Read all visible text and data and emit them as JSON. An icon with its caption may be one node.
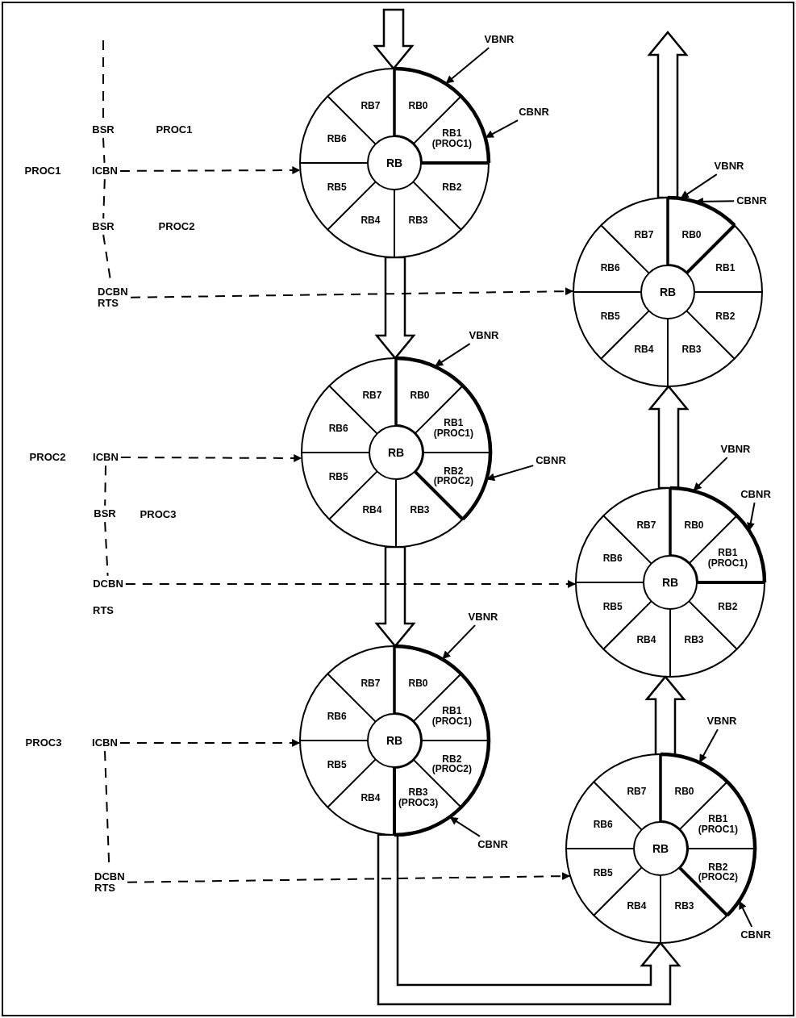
{
  "diagram": {
    "nodes": [
      {
        "text": [
          "VBNR"
        ]
      },
      {
        "text": [
          "CBNR"
        ]
      },
      {
        "text": [
          "ICBN"
        ]
      },
      {
        "text": [
          "RB",
          "RB0",
          "RB1 (PROC1)",
          "RB2",
          "RB3",
          "RB4",
          "RB5",
          "RB6",
          "RB7"
        ]
      },
      {
        "text": [
          "VBNR"
        ]
      },
      {
        "text": [
          "CBNR"
        ]
      },
      {
        "text": [
          "RB",
          "RB0",
          "RB1",
          "RB2",
          "RB3",
          "RB4",
          "RB5",
          "RB6",
          "RB7"
        ]
      },
      {
        "text": [
          "DCBN RTS"
        ]
      },
      {
        "text": [
          "VBNR"
        ]
      },
      {
        "text": [
          "ICBN"
        ]
      },
      {
        "text": [
          "RB",
          "RB0",
          "RB1 (PROC1)",
          "RB2 (PROC2)",
          "RB3",
          "RB4",
          "RB5",
          "RB6",
          "RB7"
        ]
      },
      {
        "text": [
          "CBNR"
        ]
      },
      {
        "text": [
          "VBNR"
        ]
      },
      {
        "text": [
          "CBNR"
        ]
      },
      {
        "text": [
          "DCBN"
        ]
      },
      {
        "text": [
          "RB",
          "RB0",
          "RB1 (PROC1)",
          "RB2",
          "RB3",
          "RB4",
          "RB5",
          "RB6",
          "RB7"
        ]
      },
      {
        "text": [
          "VBNR"
        ]
      },
      {
        "text": [
          "VBNR"
        ]
      },
      {
        "text": [
          "ICBN"
        ]
      },
      {
        "text": [
          "RB",
          "RB0",
          "RB1 (PROC1)",
          "RB2 (PROC2)",
          "RB3 (PROC3)",
          "RB4",
          "RB5",
          "RB6",
          "RB7"
        ]
      },
      {
        "text": [
          "CBNR"
        ]
      },
      {
        "text": [
          "DCBN RTS"
        ]
      },
      {
        "text": [
          "RB",
          "RB0",
          "RB1 (PROC1)",
          "RB2 (PROC2)",
          "RB3",
          "RB4",
          "RB5",
          "RB6",
          "RB7"
        ]
      },
      {
        "text": [
          "CBNR"
        ]
      },
      {
        "text": [
          "BSR"
        ]
      },
      {
        "text": [
          "BSR"
        ]
      },
      {
        "text": [
          "BSR"
        ]
      }
    ],
    "edges": [
      {
        "from": null,
        "to": 3,
        "arrow": "to",
        "style": "thick"
      },
      {
        "from": 3,
        "to": 10,
        "arrow": "to",
        "style": "thick"
      },
      {
        "from": 10,
        "to": 19,
        "arrow": "to",
        "style": "thick"
      },
      {
        "from": 19,
        "to": 22,
        "arrow": "to",
        "style": "thick"
      },
      {
        "from": 22,
        "to": 15,
        "arrow": "to",
        "style": "thick"
      },
      {
        "from": 15,
        "to": 6,
        "arrow": "to",
        "style": "thick"
      },
      {
        "from": 6,
        "to": null,
        "arrow": "to",
        "style": "thick"
      },
      {
        "from": 2,
        "to": 3,
        "arrow": "to",
        "style": "dashed"
      },
      {
        "from": 7,
        "to": 6,
        "arrow": "to",
        "style": "dashed"
      },
      {
        "from": 9,
        "to": 10,
        "arrow": "to",
        "style": "dashed"
      },
      {
        "from": 14,
        "to": 15,
        "arrow": "to",
        "style": "dashed"
      },
      {
        "from": 18,
        "to": 19,
        "arrow": "to",
        "style": "dashed"
      },
      {
        "from": 21,
        "to": 22,
        "arrow": "to",
        "style": "dashed"
      },
      {
        "from": 0,
        "to": 3,
        "arrow": "to"
      },
      {
        "from": 1,
        "to": 3,
        "arrow": "to"
      },
      {
        "from": 4,
        "to": 6,
        "arrow": "to"
      },
      {
        "from": 5,
        "to": 6,
        "arrow": "to"
      },
      {
        "from": 8,
        "to": 10,
        "arrow": "to"
      },
      {
        "from": 11,
        "to": 10,
        "arrow": "to"
      },
      {
        "from": 12,
        "to": 15,
        "arrow": "to"
      },
      {
        "from": 13,
        "to": 15,
        "arrow": "to"
      },
      {
        "from": 16,
        "to": 19,
        "arrow": "to"
      },
      {
        "from": 20,
        "to": 19,
        "arrow": "to"
      },
      {
        "from": 17,
        "to": 22,
        "arrow": "to"
      },
      {
        "from": 23,
        "to": 22,
        "arrow": "to"
      },
      {
        "from": null,
        "to": 24,
        "arrow": "none",
        "style": "dashed"
      },
      {
        "from": 24,
        "to": 2,
        "arrow": "none",
        "style": "dashed"
      },
      {
        "from": 2,
        "to": 25,
        "arrow": "none",
        "style": "dashed"
      },
      {
        "from": 25,
        "to": 7,
        "arrow": "none",
        "style": "dashed"
      },
      {
        "from": 9,
        "to": 26,
        "arrow": "none",
        "style": "dashed"
      },
      {
        "from": 26,
        "to": 14,
        "arrow": "none",
        "style": "dashed"
      },
      {
        "from": 18,
        "to": 21,
        "arrow": "none",
        "style": "dashed"
      }
    ],
    "labels": [
      "PROC1",
      "PROC1",
      "PROC2",
      "PROC2",
      "PROC3",
      "RTS",
      "PROC3"
    ]
  }
}
